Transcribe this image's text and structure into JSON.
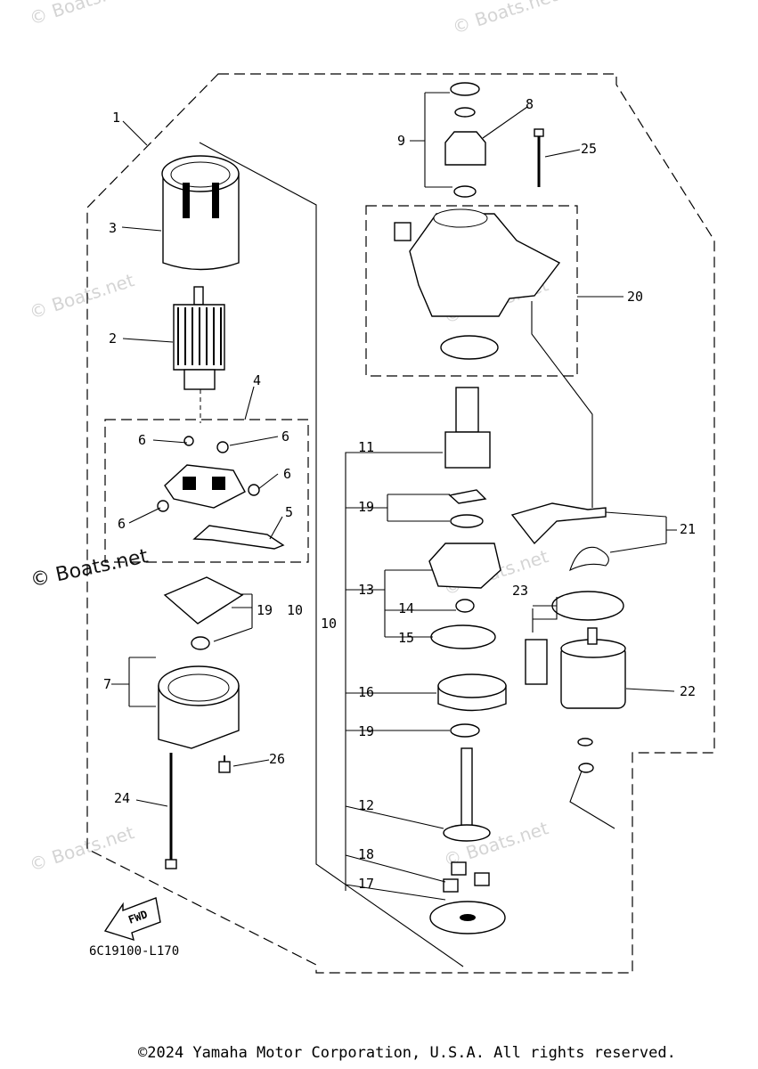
{
  "watermarks": [
    "© Boats.net",
    "© Boats.net",
    "© Boats.net",
    "© Boats.net",
    "© Boats.net",
    "© Boats.net",
    "© Boats.net"
  ],
  "watermark_strong": "© Boats.net",
  "diagram_code": "6C19100-L170",
  "fwd_label": "FWD",
  "copyright": "©2024 Yamaha Motor Corporation, U.S.A. All rights reserved.",
  "callouts": {
    "c1": "1",
    "c2": "2",
    "c3": "3",
    "c4": "4",
    "c5": "5",
    "c6a": "6",
    "c6b": "6",
    "c6c": "6",
    "c6d": "6",
    "c7": "7",
    "c8": "8",
    "c9": "9",
    "c10a": "10",
    "c10b": "10",
    "c11": "11",
    "c12": "12",
    "c13": "13",
    "c14": "14",
    "c15": "15",
    "c16": "16",
    "c17": "17",
    "c18": "18",
    "c19a": "19",
    "c19b": "19",
    "c19c": "19",
    "c20": "20",
    "c21": "21",
    "c22": "22",
    "c23": "23",
    "c24": "24",
    "c25": "25",
    "c26": "26"
  }
}
